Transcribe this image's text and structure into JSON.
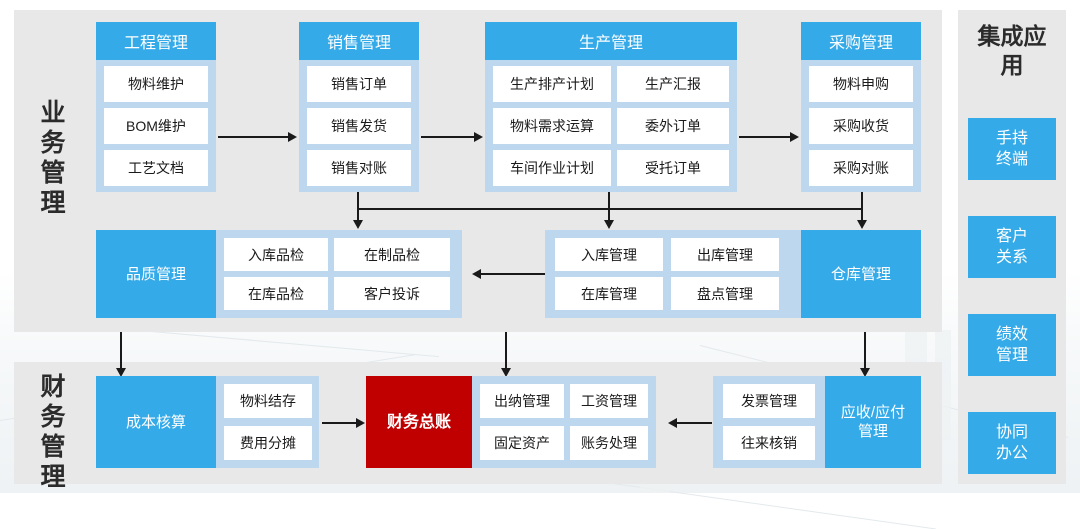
{
  "sections": {
    "business": {
      "title": "业务管理"
    },
    "finance": {
      "title": "财务管理"
    },
    "apps": {
      "title": "集成应用"
    }
  },
  "modules": {
    "engineering": {
      "header": "工程管理",
      "cells": [
        "物料维护",
        "BOM维护",
        "工艺文档"
      ]
    },
    "sales": {
      "header": "销售管理",
      "cells": [
        "销售订单",
        "销售发货",
        "销售对账"
      ]
    },
    "production": {
      "header": "生产管理",
      "cells": [
        "生产排产计划",
        "生产汇报",
        "物料需求运算",
        "委外订单",
        "车间作业计划",
        "受托订单"
      ]
    },
    "purchasing": {
      "header": "采购管理",
      "cells": [
        "物料申购",
        "采购收货",
        "采购对账"
      ]
    },
    "quality": {
      "header": "品质管理",
      "cells": [
        "入库品检",
        "在制品检",
        "在库品检",
        "客户投诉"
      ]
    },
    "warehouse": {
      "header": "仓库管理",
      "cells": [
        "入库管理",
        "出库管理",
        "在库管理",
        "盘点管理"
      ]
    },
    "costing": {
      "header": "成本核算",
      "cells": [
        "物料结存",
        "费用分摊"
      ]
    },
    "ledger": {
      "header": "财务总账",
      "cells": [
        "出纳管理",
        "工资管理",
        "固定资产",
        "账务处理"
      ]
    },
    "receivable": {
      "header": "应收/应付管理",
      "cells": [
        "发票管理",
        "往来核销"
      ]
    }
  },
  "apps": [
    {
      "label": "手持\n终端"
    },
    {
      "label": "客户\n关系"
    },
    {
      "label": "绩效\n管理"
    },
    {
      "label": "协同\n办公"
    }
  ],
  "app_labels": {
    "handheld": "手持终端",
    "crm": "客户关系",
    "performance": "绩效管理",
    "oa": "协同办公"
  },
  "colors": {
    "accent_blue": "#35AAE8",
    "frame_blue": "#BDD7EE",
    "panel_grey": "#E8E8E8",
    "highlight_red": "#C00000",
    "cell_white": "#FFFFFF",
    "text_dark": "#1A1A1A"
  }
}
